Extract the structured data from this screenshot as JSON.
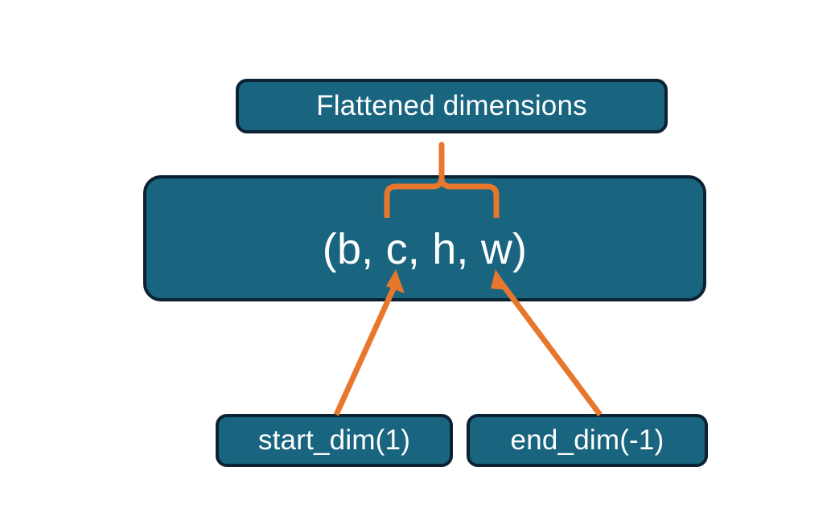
{
  "diagram": {
    "title_node": {
      "label": "Flattened dimensions"
    },
    "shape_node": {
      "label": "(b, c, h, w)"
    },
    "start_dim_node": {
      "label": "start_dim(1)"
    },
    "end_dim_node": {
      "label": "end_dim(-1)"
    },
    "connectors": {
      "brace": "upward-curly-brace",
      "start_dim_arrow": "arrow-up-right",
      "end_dim_arrow": "arrow-up-left"
    },
    "colors": {
      "node_fill": "#19647E",
      "node_border": "#0C2233",
      "node_text": "#FFFFFF",
      "accent": "#E8772E",
      "background": "#FFFFFF"
    }
  }
}
